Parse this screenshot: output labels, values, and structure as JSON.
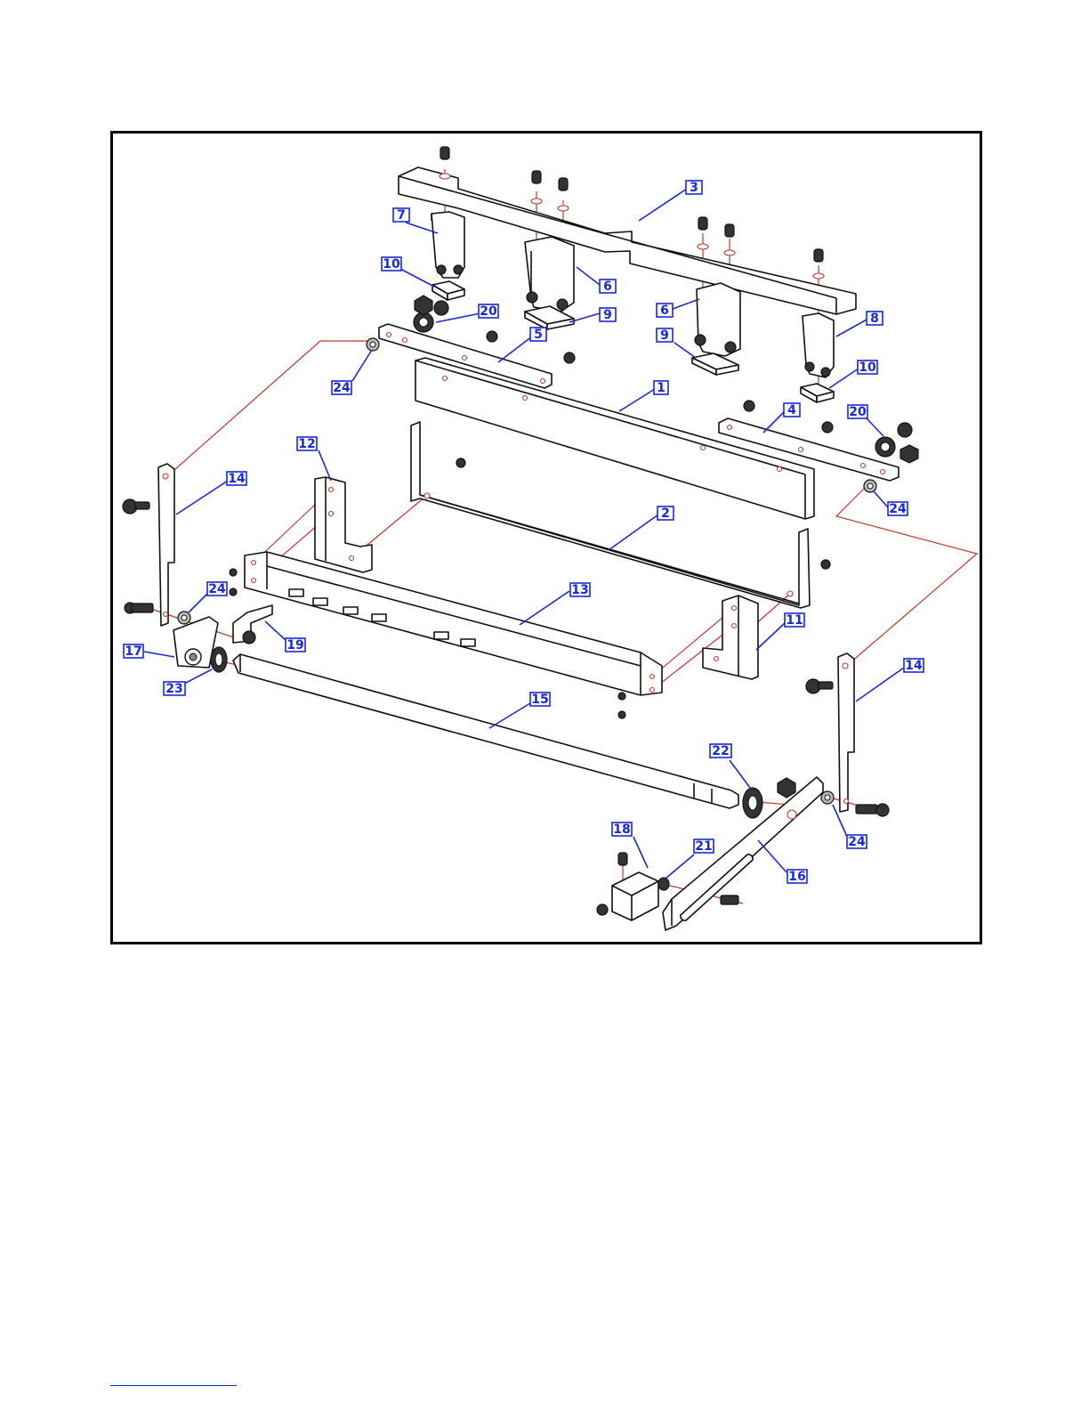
{
  "callouts": {
    "c3": "3",
    "c7": "7",
    "c10a": "10",
    "c20a": "20",
    "c6a": "6",
    "c9a": "9",
    "c6b": "6",
    "c9b": "9",
    "c8": "8",
    "c10b": "10",
    "c5": "5",
    "c24a": "24",
    "c1": "1",
    "c4": "4",
    "c20b": "20",
    "c24b": "24",
    "c12": "12",
    "c14a": "14",
    "c2": "2",
    "c24c": "24",
    "c13": "13",
    "c19": "19",
    "c17": "17",
    "c23": "23",
    "c11": "11",
    "c14b": "14",
    "c15": "15",
    "c22": "22",
    "c18": "18",
    "c21": "21",
    "c16": "16",
    "c24d": "24"
  },
  "colors": {
    "callout": "#1a2ad1",
    "assembly_line": "#c0392b",
    "outline": "#111111"
  }
}
